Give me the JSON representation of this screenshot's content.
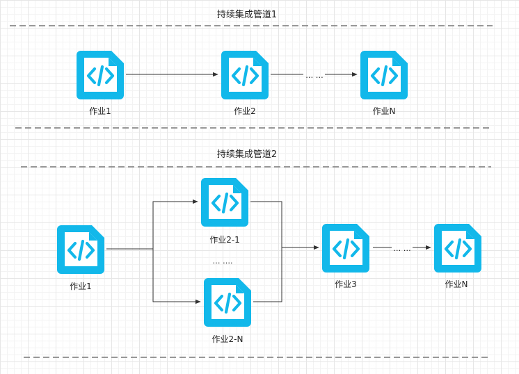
{
  "pipelines": [
    {
      "title": "持续集成管道1",
      "jobs": [
        {
          "label": "作业1"
        },
        {
          "label": "作业2"
        },
        {
          "label": "作业N"
        }
      ],
      "ellipsis": "… …"
    },
    {
      "title": "持续集成管道2",
      "jobs": [
        {
          "label": "作业1"
        },
        {
          "label": "作业2-1"
        },
        {
          "label": "作业2-N"
        },
        {
          "label": "作业3"
        },
        {
          "label": "作业N"
        }
      ],
      "parallel_ellipsis": "… ….",
      "ellipsis": "… …"
    }
  ],
  "colors": {
    "icon": "#12b8ea",
    "edge": "#333333",
    "separator": "#777777"
  },
  "icon_name": "code-file-icon"
}
